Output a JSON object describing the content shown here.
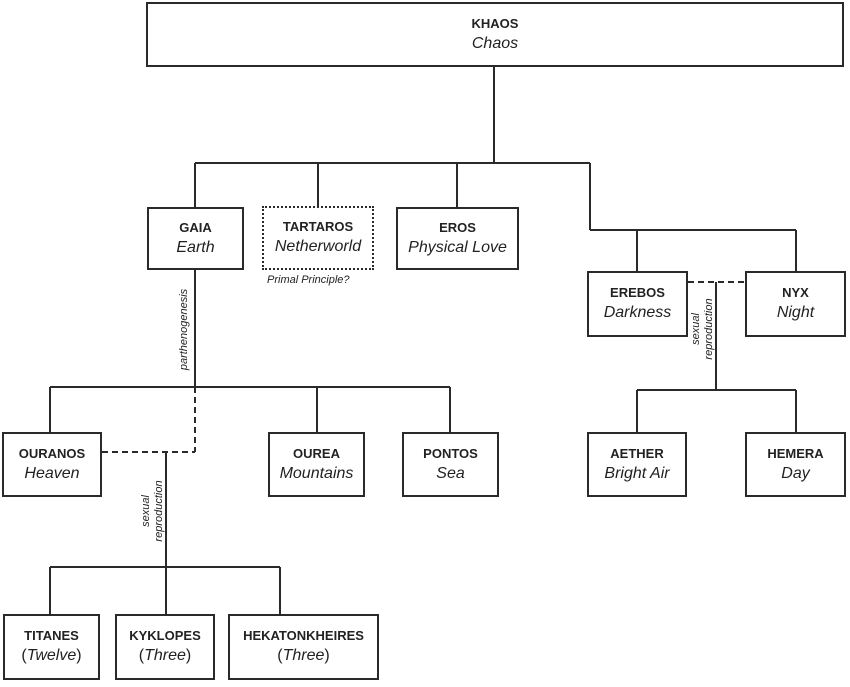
{
  "nodes": {
    "khaos": {
      "name": "KHAOS",
      "desc": "Chaos"
    },
    "gaia": {
      "name": "GAIA",
      "desc": "Earth"
    },
    "tartaros": {
      "name": "TARTAROS",
      "desc": "Netherworld",
      "note": "Primal Principle?"
    },
    "eros": {
      "name": "EROS",
      "desc": "Physical Love"
    },
    "erebos": {
      "name": "EREBOS",
      "desc": "Darkness"
    },
    "nyx": {
      "name": "NYX",
      "desc": "Night"
    },
    "ouranos": {
      "name": "OURANOS",
      "desc": "Heaven"
    },
    "ourea": {
      "name": "OUREA",
      "desc": "Mountains"
    },
    "pontos": {
      "name": "PONTOS",
      "desc": "Sea"
    },
    "aether": {
      "name": "AETHER",
      "desc": "Bright Air"
    },
    "hemera": {
      "name": "HEMERA",
      "desc": "Day"
    },
    "titanes": {
      "name": "TITANES",
      "desc_open": "(",
      "desc": "Twelve",
      "desc_close": ")"
    },
    "kyklopes": {
      "name": "KYKLOPES",
      "desc_open": "(",
      "desc": "Three",
      "desc_close": ")"
    },
    "hekatonkheires": {
      "name": "HEKATONKHEIRES",
      "desc_open": "(",
      "desc": "Three",
      "desc_close": ")"
    }
  },
  "edge_labels": {
    "gaia_mode": "parthenogenesis",
    "erebos_nyx_mode_1": "sexual",
    "erebos_nyx_mode_2": "reproduction",
    "ouranos_gaia_mode_1": "sexual",
    "ouranos_gaia_mode_2": "reproduction"
  }
}
